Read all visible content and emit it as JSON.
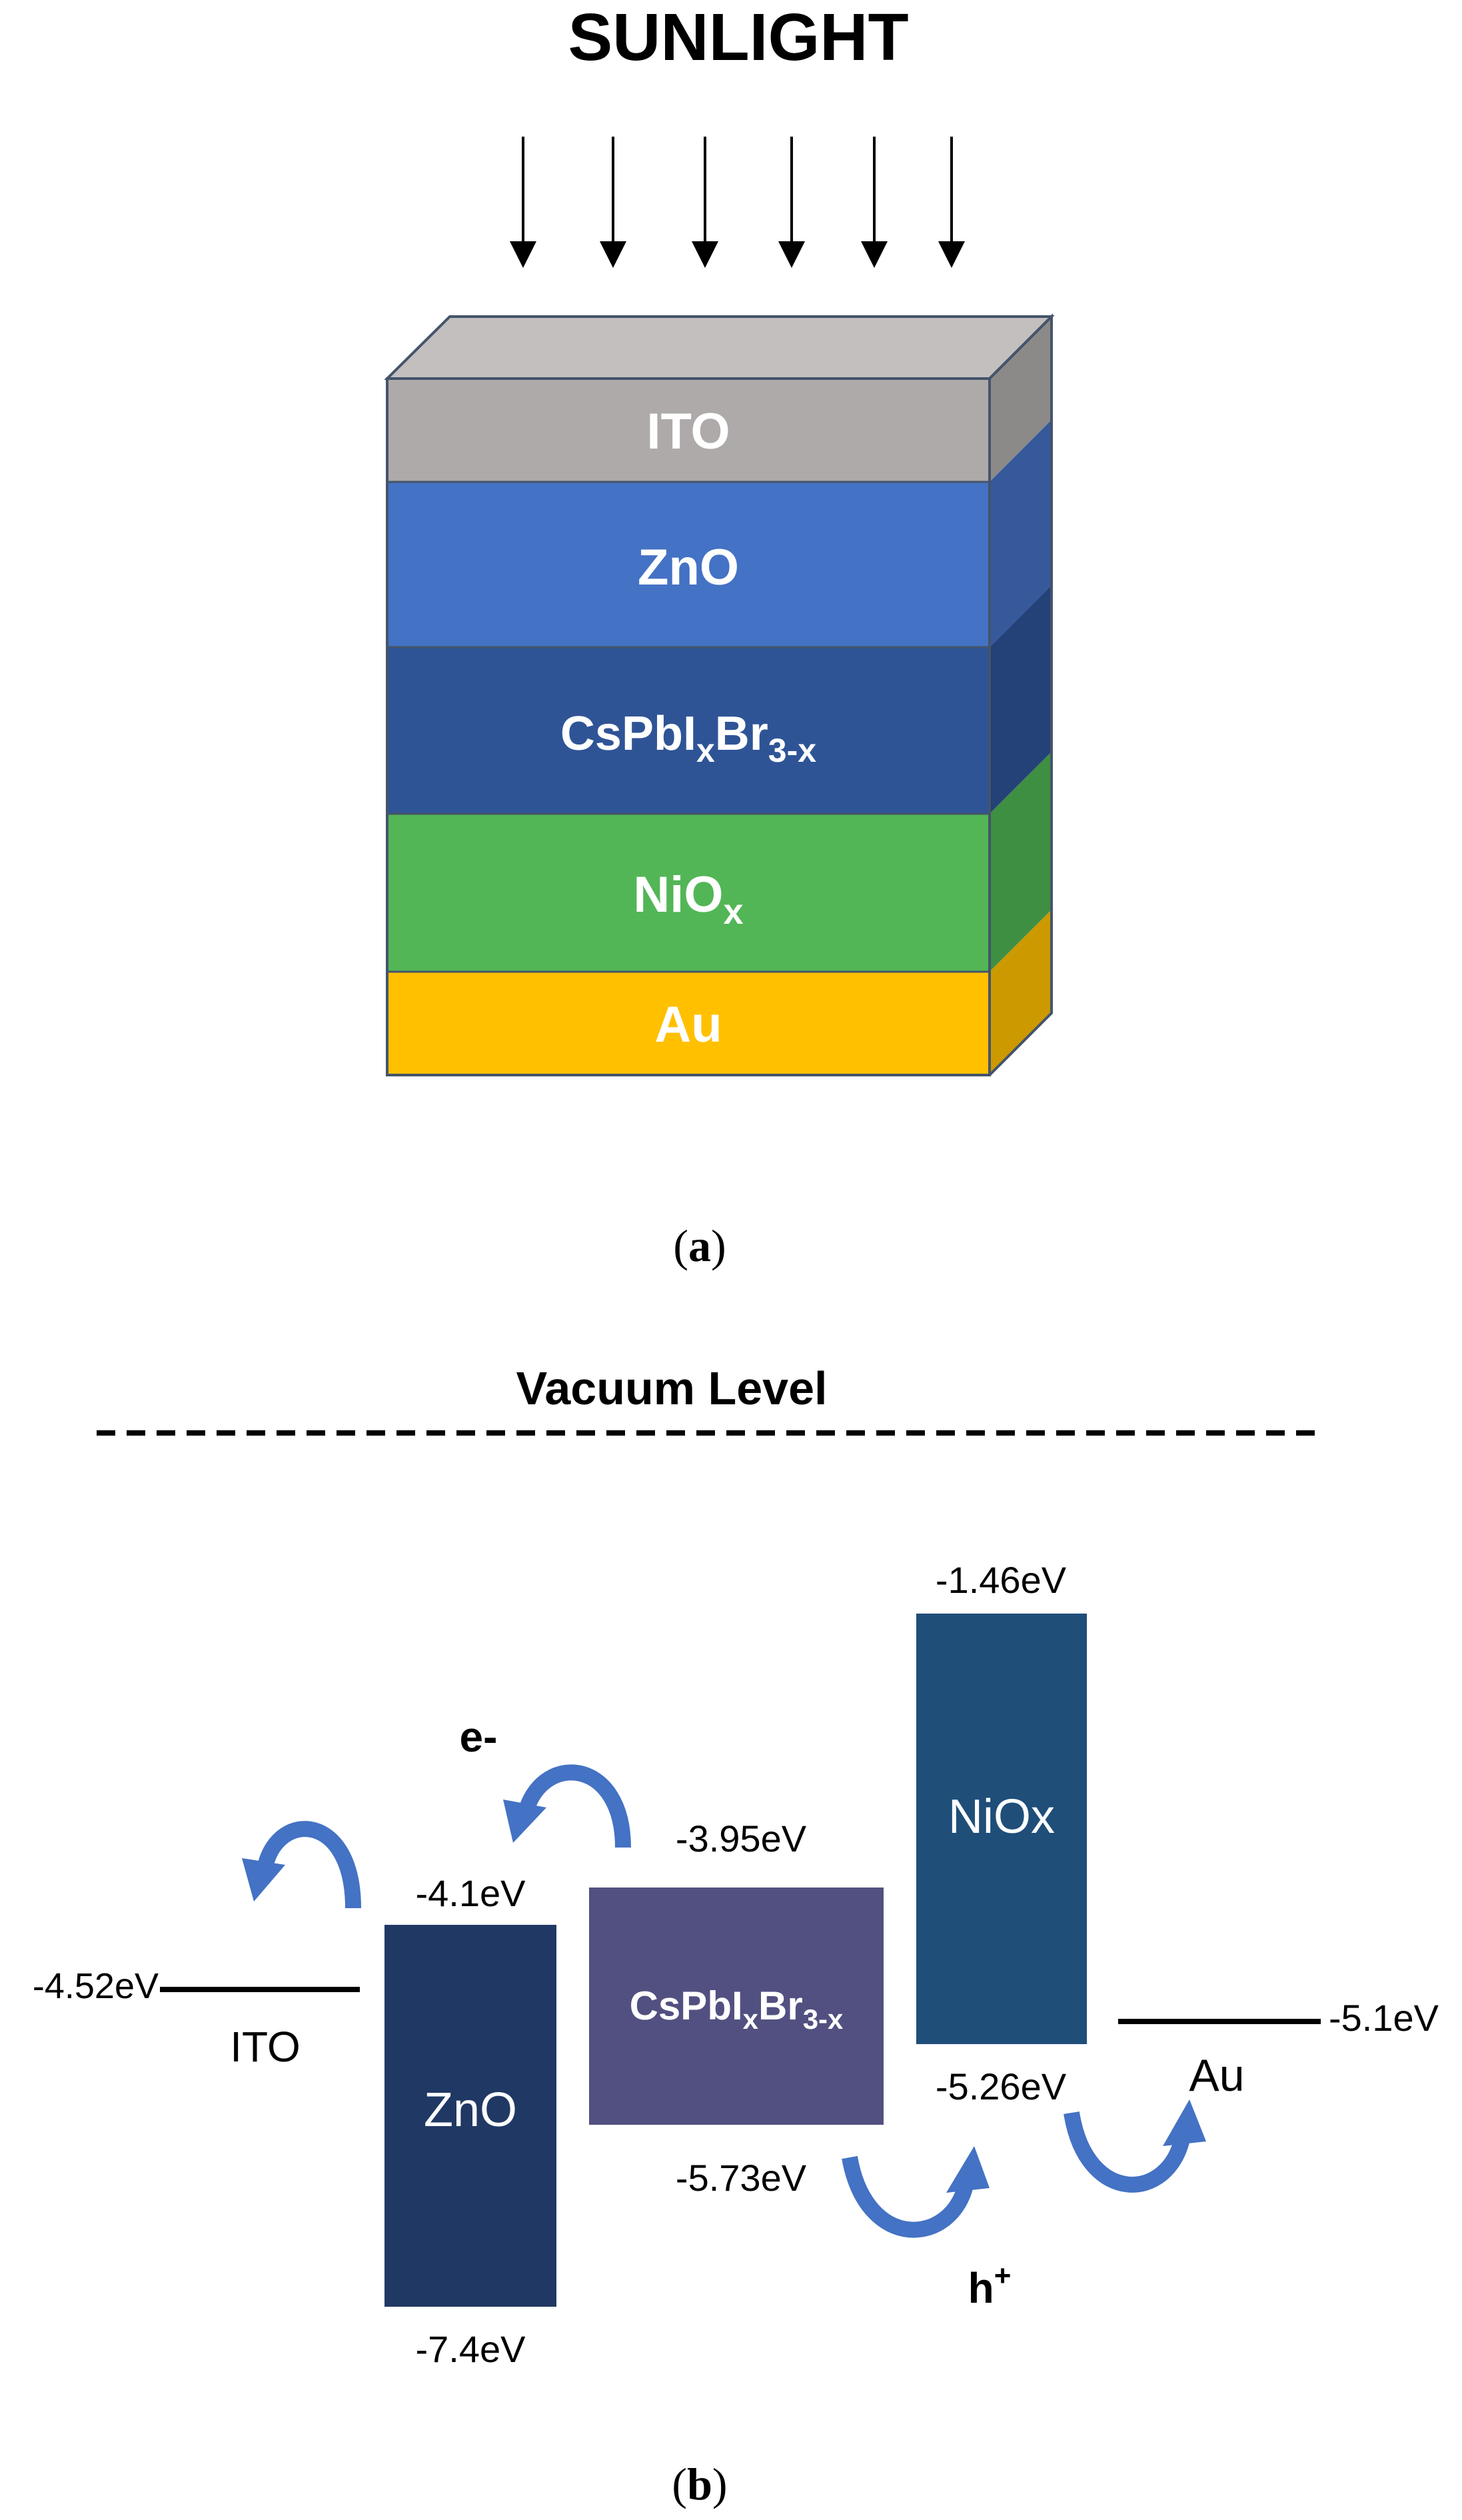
{
  "panel_a": {
    "title": "SUNLIGHT",
    "layers": [
      {
        "label": "ITO",
        "sub": "",
        "tail": "",
        "sub2": "",
        "front_color": "#aeaaaa",
        "side_color": "#8c8989",
        "top_color": "#c3bfbf"
      },
      {
        "label": "ZnO",
        "sub": "",
        "tail": "",
        "sub2": "",
        "front_color": "#4472c4",
        "side_color": "#35599b"
      },
      {
        "label": "CsPbI",
        "sub": "x",
        "tail": "Br",
        "sub2": "3-x",
        "front_color": "#2f5496",
        "side_color": "#244178"
      },
      {
        "label": "NiO",
        "sub": "x",
        "tail": "",
        "sub2": "",
        "front_color": "#52b656",
        "side_color": "#3e8f42"
      },
      {
        "label": "Au",
        "sub": "",
        "tail": "",
        "sub2": "",
        "front_color": "#ffc000",
        "side_color": "#cc9a00"
      }
    ],
    "caption_open": "(",
    "caption_letter": "a",
    "caption_close": ")"
  },
  "panel_b": {
    "vacuum_label": "Vacuum Level",
    "electron_label": "e-",
    "hole_label": "h",
    "hole_sup": "+",
    "ito": {
      "label": "ITO",
      "level": "-4.52eV"
    },
    "zno": {
      "label": "ZnO",
      "cb": "-4.1eV",
      "vb": "-7.4eV",
      "color": "#203864"
    },
    "perovskite": {
      "label": "CsPbI",
      "sub": "x",
      "tail": "Br",
      "sub2": "3-x",
      "cb": "-3.95eV",
      "vb": "-5.73eV",
      "color": "#525080"
    },
    "niox": {
      "label": "NiOx",
      "cb": "-1.46eV",
      "vb": "-5.26eV",
      "color": "#1f4e79"
    },
    "au": {
      "label": "Au",
      "level": "-5.1eV"
    },
    "arrow_color": "#4472c4",
    "caption_open": "(",
    "caption_letter": "b",
    "caption_close": ")"
  }
}
